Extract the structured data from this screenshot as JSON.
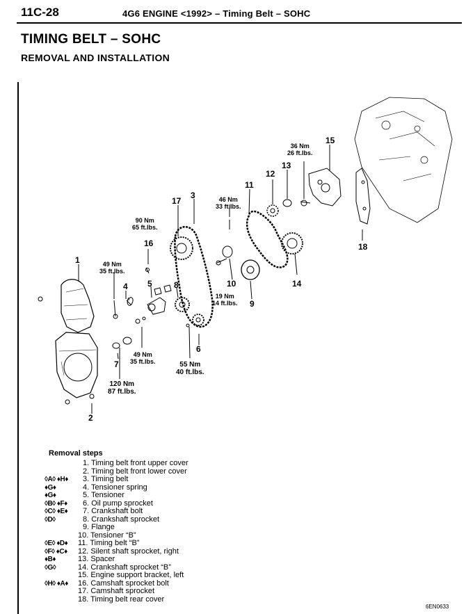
{
  "header": {
    "code": "11C-28",
    "title": "4G6 ENGINE <1992> – Timing Belt – SOHC"
  },
  "section": {
    "title": "TIMING BELT – SOHC",
    "subtitle": "REMOVAL AND INSTALLATION"
  },
  "diagram": {
    "part_numbers": [
      "1",
      "2",
      "3",
      "4",
      "5",
      "6",
      "7",
      "8",
      "9",
      "10",
      "11",
      "12",
      "13",
      "14",
      "15",
      "16",
      "17",
      "18"
    ],
    "torque_specs": [
      {
        "nm": "90 Nm",
        "ftlbs": "65 ft.lbs."
      },
      {
        "nm": "49 Nm",
        "ftlbs": "35 ft.lbs."
      },
      {
        "nm": "46 Nm",
        "ftlbs": "33 ft.lbs."
      },
      {
        "nm": "36 Nm",
        "ftlbs": "26 ft.lbs."
      },
      {
        "nm": "19 Nm",
        "ftlbs": "14 ft.lbs."
      },
      {
        "nm": "49 Nm",
        "ftlbs": "35 ft.lbs."
      },
      {
        "nm": "55 Nm",
        "ftlbs": "40 ft.lbs."
      },
      {
        "nm": "120 Nm",
        "ftlbs": "87 ft.lbs."
      }
    ]
  },
  "removal_steps": {
    "heading": "Removal steps",
    "items": [
      {
        "marks": "",
        "text": "1. Timing belt front upper cover"
      },
      {
        "marks": "",
        "text": "2. Timing belt front lower cover"
      },
      {
        "marks": "◊A◊ ♦H♦",
        "text": "3. Timing belt"
      },
      {
        "marks": "♦G♦",
        "text": "4. Tensioner spring"
      },
      {
        "marks": "♦G♦",
        "text": "5. Tensioner"
      },
      {
        "marks": "◊B◊ ♦F♦",
        "text": "6. Oil pump sprocket"
      },
      {
        "marks": "◊C◊ ♦E♦",
        "text": "7. Crankshaft bolt"
      },
      {
        "marks": "◊D◊",
        "text": "8. Crankshaft sprocket"
      },
      {
        "marks": "",
        "text": "9. Flange"
      },
      {
        "marks": "",
        "text": "10. Tensioner “B”"
      },
      {
        "marks": "◊E◊ ♦D♦",
        "text": "11. Timing belt “B”"
      },
      {
        "marks": "◊F◊ ♦C♦",
        "text": "12. Silent shaft sprocket, right"
      },
      {
        "marks": "♦B♦",
        "text": "13. Spacer"
      },
      {
        "marks": "◊G◊",
        "text": "14. Crankshaft sprocket “B”"
      },
      {
        "marks": "",
        "text": "15. Engine support bracket, left"
      },
      {
        "marks": "◊H◊ ♦A♦",
        "text": "16. Camshaft sprocket bolt"
      },
      {
        "marks": "",
        "text": "17. Camshaft sprocket"
      },
      {
        "marks": "",
        "text": "18. Timing belt rear cover"
      }
    ]
  },
  "figure_code": "6EN0633"
}
